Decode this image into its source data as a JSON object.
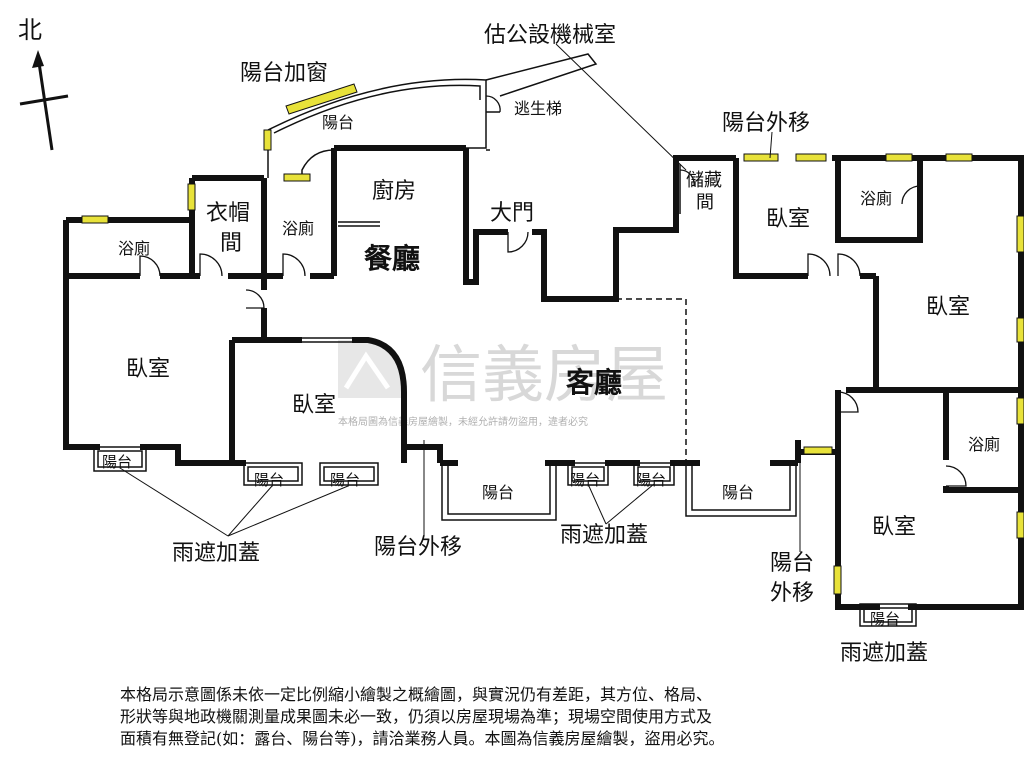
{
  "compass": {
    "label": "北"
  },
  "labels": {
    "estimated_machine_room": "估公設機械室",
    "balcony_add_window": "陽台加窗",
    "balcony": "陽台",
    "escape_stair": "逃生梯",
    "balcony_moved_out_top": "陽台外移",
    "storage_line1": "儲藏",
    "storage_line2": "間",
    "wardrobe_line1": "衣帽",
    "wardrobe_line2": "間",
    "kitchen": "廚房",
    "bathroom": "浴廁",
    "main_door": "大門",
    "dining_room": "餐廳",
    "living_room": "客廳",
    "bedroom": "臥室",
    "rain_cover": "雨遮加蓋",
    "balcony_moved_out": "陽台外移",
    "balcony_moved_out_v1": "陽台",
    "balcony_moved_out_v2": "外移"
  },
  "watermark": {
    "brand": "信義房屋",
    "subtitle": "本格局圖為信義房屋繪製，未經允許請勿盜用，違者必究"
  },
  "colors": {
    "wall": "#111111",
    "window": "#e8e23a",
    "watermark": "#c8c8c8"
  },
  "disclaimer": {
    "line1": "本格局示意圖係未依一定比例縮小繪製之概繪圖，與實況仍有差距，其方位、格局、",
    "line2": "形狀等與地政機關測量成果圖未必一致，仍須以房屋現場為準；現場空間使用方式及",
    "line3": "面積有無登記(如：露台、陽台等)，請洽業務人員。本圖為信義房屋繪製，盜用必究。"
  }
}
